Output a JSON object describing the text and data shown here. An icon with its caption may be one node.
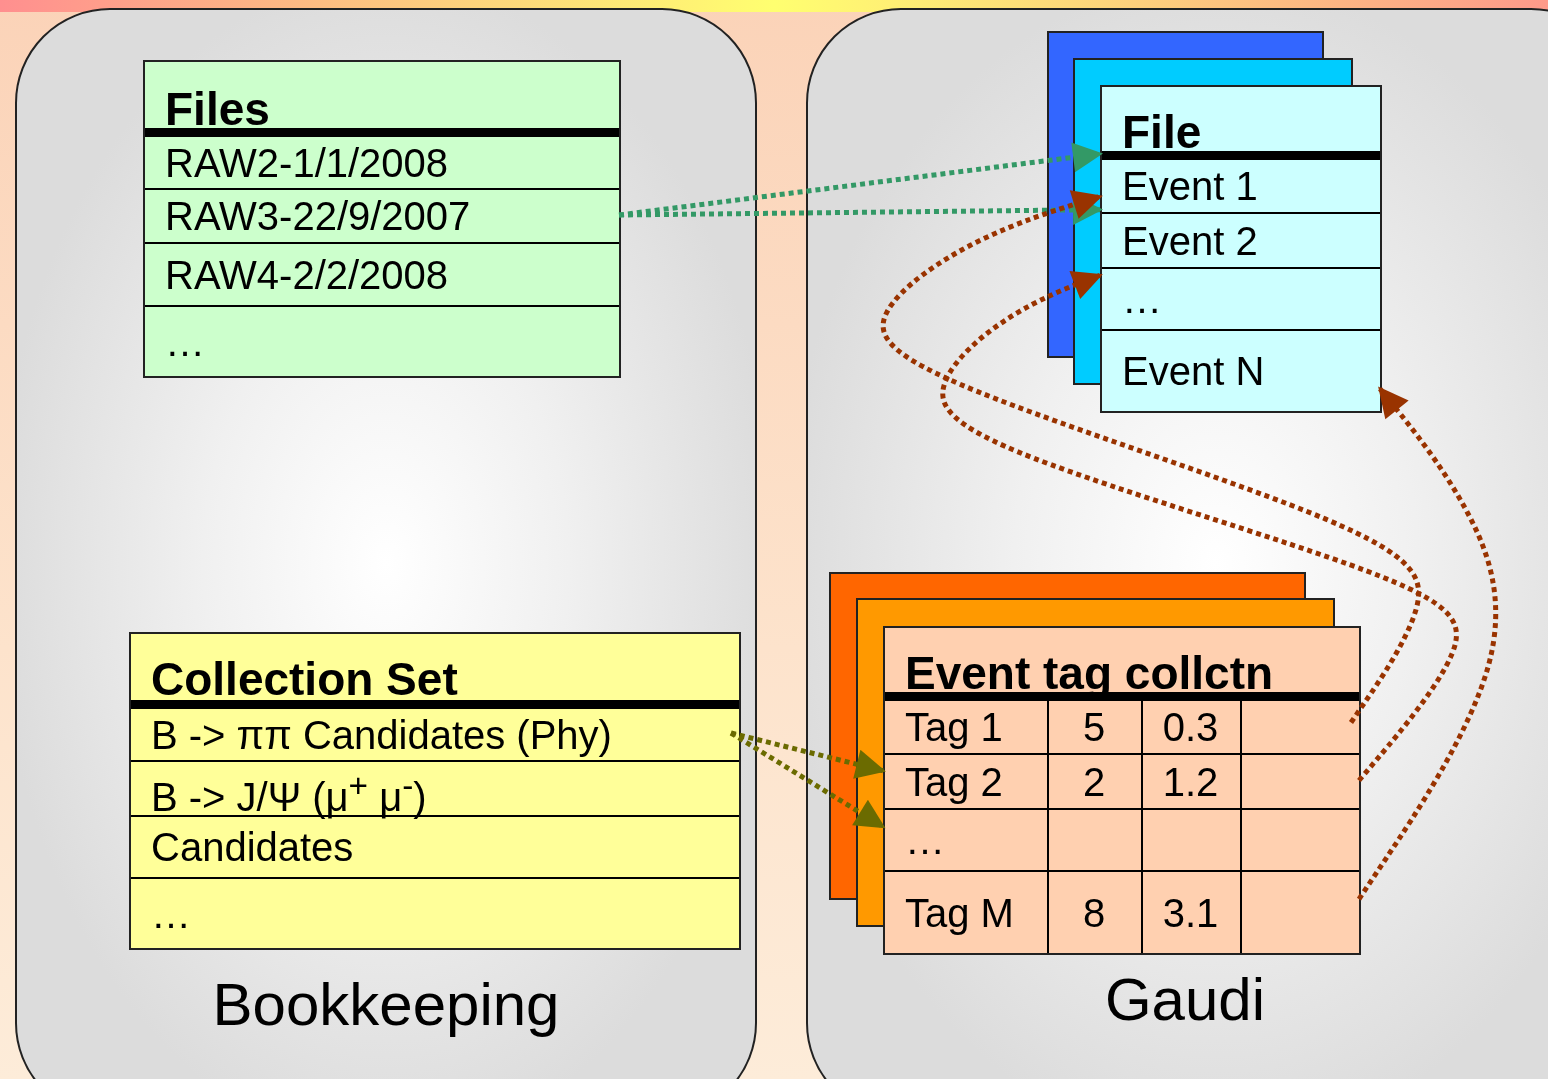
{
  "diagram": {
    "nodes": [
      {
        "text": [
          "Bookkeeping"
        ]
      },
      {
        "text": [
          "Files"
        ],
        "in": 0
      },
      {
        "text": [
          "RAW2-1/1/2008"
        ],
        "in": 1
      },
      {
        "text": [
          "RAW3-22/9/2007"
        ],
        "in": 1
      },
      {
        "text": [
          "RAW4-2/2/2008"
        ],
        "in": 1
      },
      {
        "text": [
          "…"
        ],
        "in": 1
      },
      {
        "text": [
          "Collection Set"
        ],
        "in": 0
      },
      {
        "text": [
          "B -> ππ Candidates (Phy)"
        ],
        "in": 6
      },
      {
        "text": [
          "B -> J/Ψ (μ$^{+}$ μ$^{-}$)"
        ],
        "in": 6
      },
      {
        "text": [
          "Candidates"
        ],
        "in": 6
      },
      {
        "text": [
          "…"
        ],
        "in": 6
      },
      {
        "text": [
          "Gaudi"
        ]
      },
      {
        "text": [
          "File"
        ],
        "in": 11
      },
      {
        "text": [
          "Event 1"
        ],
        "in": 12
      },
      {
        "text": [
          "Event 2"
        ],
        "in": 12
      },
      {
        "text": [
          "…"
        ],
        "in": 12
      },
      {
        "text": [
          "Event N"
        ],
        "in": 12
      },
      {
        "text": [
          "Event tag collctn"
        ],
        "in": 11
      },
      {
        "text": [
          "Tag 1",
          "5",
          "0.3"
        ],
        "in": 17
      },
      {
        "text": [
          "Tag 2",
          "2",
          "1.2"
        ],
        "in": 17
      },
      {
        "text": [
          "…"
        ],
        "in": 17
      },
      {
        "text": [
          "Tag M",
          "8",
          "3.1"
        ],
        "in": 17
      }
    ],
    "edges": [
      {
        "from": 3,
        "to": 12,
        "arrow": "to",
        "style": "dashed",
        "color": "#339966"
      },
      {
        "from": 3,
        "to": 12,
        "arrow": "to",
        "style": "dashed",
        "color": "#339966"
      },
      {
        "from": 7,
        "to": 17,
        "arrow": "to",
        "style": "dashed",
        "color": "#6b6b00"
      },
      {
        "from": 7,
        "to": 17,
        "arrow": "to",
        "style": "dashed",
        "color": "#6b6b00"
      },
      {
        "from": 18,
        "to": 12,
        "arrow": "to",
        "style": "dashed",
        "color": "#993300"
      },
      {
        "from": 19,
        "to": 12,
        "arrow": "to",
        "style": "dashed",
        "color": "#993300"
      },
      {
        "from": 21,
        "to": 16,
        "arrow": "to",
        "style": "dashed",
        "color": "#993300"
      }
    ]
  }
}
